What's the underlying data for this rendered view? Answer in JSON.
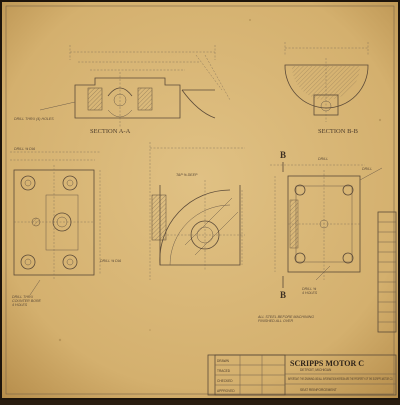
{
  "drawing": {
    "section_views": [
      {
        "key": "aa",
        "label": "SECTION A-A"
      },
      {
        "key": "bb",
        "label": "SECTION B-B"
      }
    ],
    "section_markers": [
      "B",
      "B"
    ],
    "notes": {
      "drill_top_left": "DRILL THRU (4) HOLES",
      "drill_left_mid": "DRILL ⅜ DIA",
      "drill_center": "TAP ⅜ DEEP",
      "drill_bottom_left": "DRILL THRU\nCOUNTER BORE\n4 HOLES",
      "drill_bottom_mid": "DRILL ⅜ DIA",
      "drill_right_top": "DRILL",
      "drill_right_mid": "DRILL ⅝\n4 HOLES",
      "general_note": "ALL STEEL BEFORE MACHINING\nFINISHED ALL OVER"
    },
    "title_block": {
      "company": "SCRIPPS MOTOR C",
      "address": "DETROIT, MICHIGAN",
      "part_name": "SEAT REINFORCEMENT",
      "warning": "IMPORTANT: THIS DRAWING AND ALL INFORMATION HEREON ARE THE PROPERTY OF THE SCRIPPS MOTOR CO.",
      "rows": [
        "",
        "",
        "",
        ""
      ],
      "row_labels": [
        "DRAWN",
        "TRACED",
        "CHECKED",
        "APPROVED"
      ]
    },
    "colors": {
      "paper": "#d9b878",
      "paper_edge": "#c9a25f",
      "frame": "#1d140b",
      "ink": "#5b4a38"
    }
  }
}
